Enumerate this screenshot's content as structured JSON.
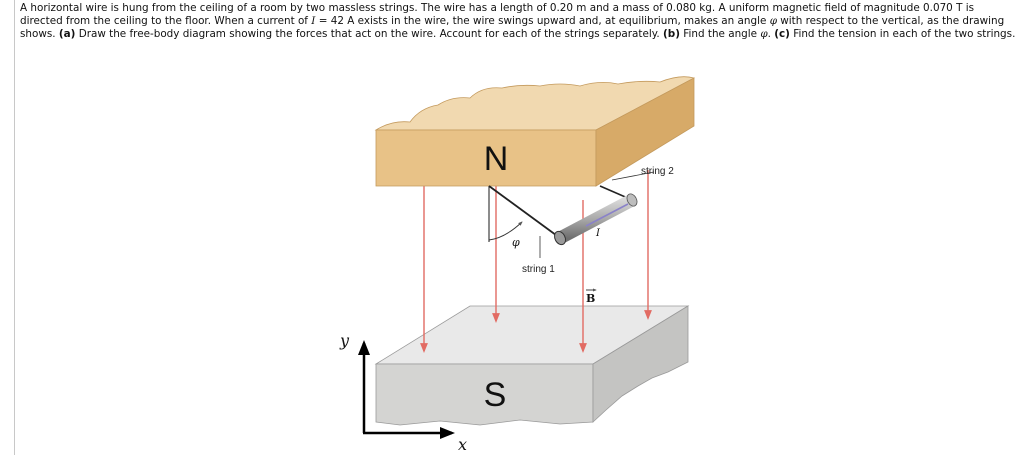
{
  "problem": {
    "seg1": "A horizontal wire is hung from the ceiling of a room by two massless strings. The wire has a length of 0.20 m and a mass of 0.080 kg. A uniform magnetic field of magnitude 0.070 T is directed from the ceiling to the floor. When a current of ",
    "current_symbol": "I",
    "seg2": " = 42 A exists in the wire, the wire swings upward and, at equilibrium, makes an angle ",
    "angle_symbol1": "φ",
    "seg3": " with respect to the vertical, as the drawing shows. ",
    "part_a_tag": "(a)",
    "part_a_text": " Draw the free-body diagram showing the forces that act on the wire. Account for each of the strings separately. ",
    "part_b_tag": "(b)",
    "part_b_text": " Find the angle ",
    "angle_symbol2": "φ",
    "part_b_end": ". ",
    "part_c_tag": "(c)",
    "part_c_text": " Find the tension in each of the two strings."
  },
  "figure": {
    "north_label": "N",
    "south_label": "S",
    "string1_label": "string 1",
    "string2_label": "string 2",
    "phi_label": "φ",
    "current_label": "I",
    "field_label": "B",
    "y_axis_label": "y",
    "x_axis_label": "x",
    "colors": {
      "magnet_n_front": "#e8c287",
      "magnet_n_top": "#f1d9b0",
      "magnet_s_top": "#e9e9e9",
      "magnet_s_front": "#d4d4d2",
      "field_lines": "#e26b63",
      "wire": "#8e8e8e",
      "current_stripe": "#8a82c9"
    }
  }
}
